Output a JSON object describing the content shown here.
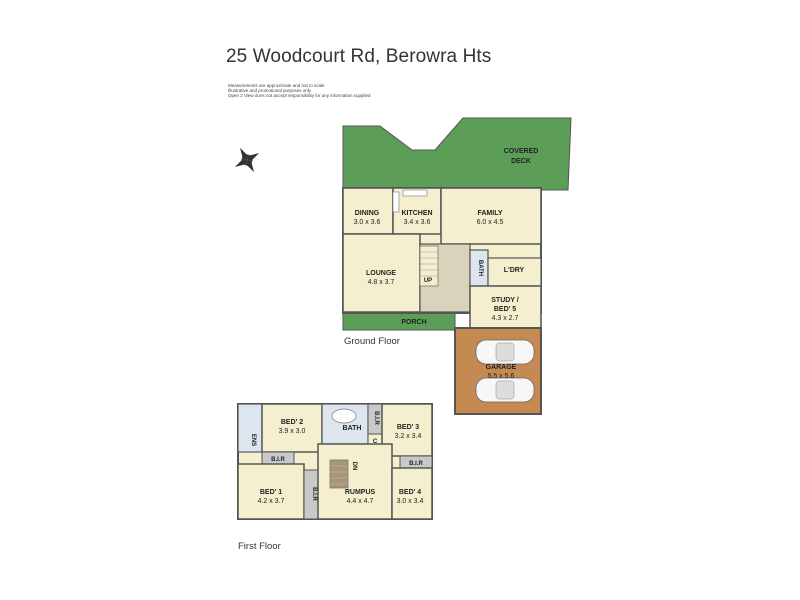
{
  "title": "25 Woodcourt Rd, Berowra Hts",
  "notes": [
    "Measurements are approximate and not to scale",
    "Illustrative and promotional purposes only",
    "Open 2 View does not accept responsibility for any information supplied"
  ],
  "ground_floor_label": "Ground Floor",
  "first_floor_label": "First Floor",
  "ground": {
    "covered_deck": {
      "label1": "COVERED",
      "label2": "DECK"
    },
    "dining": {
      "label": "DINING",
      "dims": "3.0 x 3.6"
    },
    "kitchen": {
      "label": "KITCHEN",
      "dims": "3.4 x 3.6"
    },
    "family": {
      "label": "FAMILY",
      "dims": "6.0 x 4.5"
    },
    "lounge": {
      "label": "LOUNGE",
      "dims": "4.8 x 3.7"
    },
    "up": "UP",
    "bath": "BATH",
    "ldry": "L'DRY",
    "study": {
      "label1": "STUDY /",
      "label2": "BED' 5",
      "dims": "4.3 x 2.7"
    },
    "porch": "PORCH",
    "garage": {
      "label": "GARAGE",
      "dims": "5.5 x 5.6"
    }
  },
  "first": {
    "bed2": {
      "label": "BED' 2",
      "dims": "3.9 x 3.0"
    },
    "bath": "BATH",
    "bir_top": "B.I.R",
    "c": "C",
    "bed3": {
      "label": "BED' 3",
      "dims": "3.2 x 3.4"
    },
    "ens": "ENS",
    "bir_left": "B.I.R",
    "bir_right": "B.I.R",
    "bir_mid": "B.I.R",
    "dn": "DN",
    "bed1": {
      "label": "BED' 1",
      "dims": "4.2 x 3.7"
    },
    "rumpus": {
      "label": "RUMPUS",
      "dims": "4.4 x 4.7"
    },
    "bed4": {
      "label": "BED' 4",
      "dims": "3.0 x 3.4"
    }
  },
  "colors": {
    "deck_green": "#5c9e58",
    "room_fill": "#f4f0cf",
    "wall": "#555555",
    "hall_fill": "#d9d3bb",
    "stair_fill": "#a8957a",
    "garage_fill": "#c58a52",
    "bath_fill": "#dde6ee"
  }
}
